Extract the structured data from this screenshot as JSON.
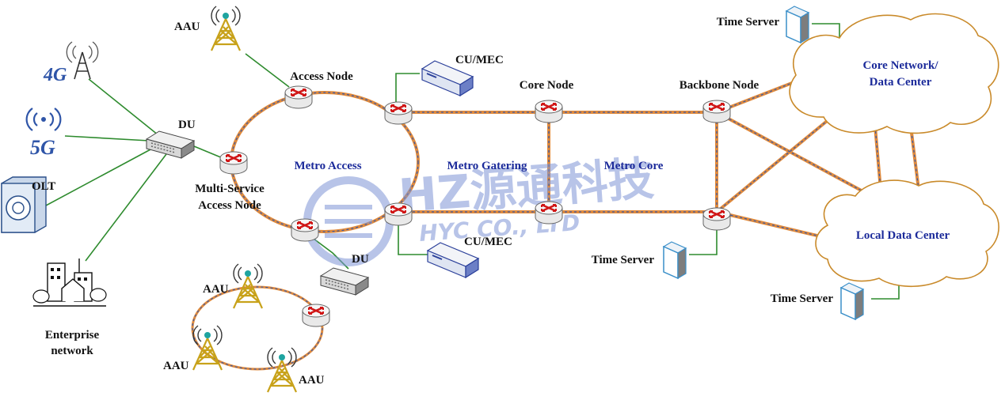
{
  "labels": {
    "aau_top": "AAU",
    "du_left": "DU",
    "olt": "OLT",
    "enterprise_line1": "Enterprise",
    "enterprise_line2": "network",
    "access_node": "Access Node",
    "msan_line1": "Multi-Service",
    "msan_line2": "Access Node",
    "metro_access": "Metro Access",
    "metro_gathering": "Metro Gatering",
    "metro_core": "Metro Core",
    "cu_mec_top": "CU/MEC",
    "cu_mec_bottom": "CU/MEC",
    "core_node": "Core Node",
    "backbone_node": "Backbone Node",
    "du_bottom": "DU",
    "aau_ring_1": "AAU",
    "aau_ring_2": "AAU",
    "aau_ring_3": "AAU",
    "time_server_top": "Time Server",
    "time_server_mid": "Time Server",
    "time_server_bottom": "Time Server",
    "core_network_line1": "Core Network/",
    "core_network_line2": "Data Center",
    "local_data_center": "Local Data Center"
  },
  "badges": {
    "g4": "4G",
    "g5": "5G"
  },
  "watermark": {
    "brand": "HZ源通科技",
    "sub": "HYC CO., LTD"
  },
  "colors": {
    "link_green": "#2e8b2e",
    "ring_orange": "#e08a3c",
    "ring_blue": "#3a5ba8",
    "region_text": "#1b2a9a",
    "cloud_stroke": "#c98a2a",
    "watermark": "#7f95d6"
  },
  "icons": {
    "router": "router-icon",
    "tower": "antenna-tower-icon",
    "du": "du-switch-icon",
    "server": "time-server-icon",
    "olt": "olt-icon",
    "building": "enterprise-building-icon"
  }
}
